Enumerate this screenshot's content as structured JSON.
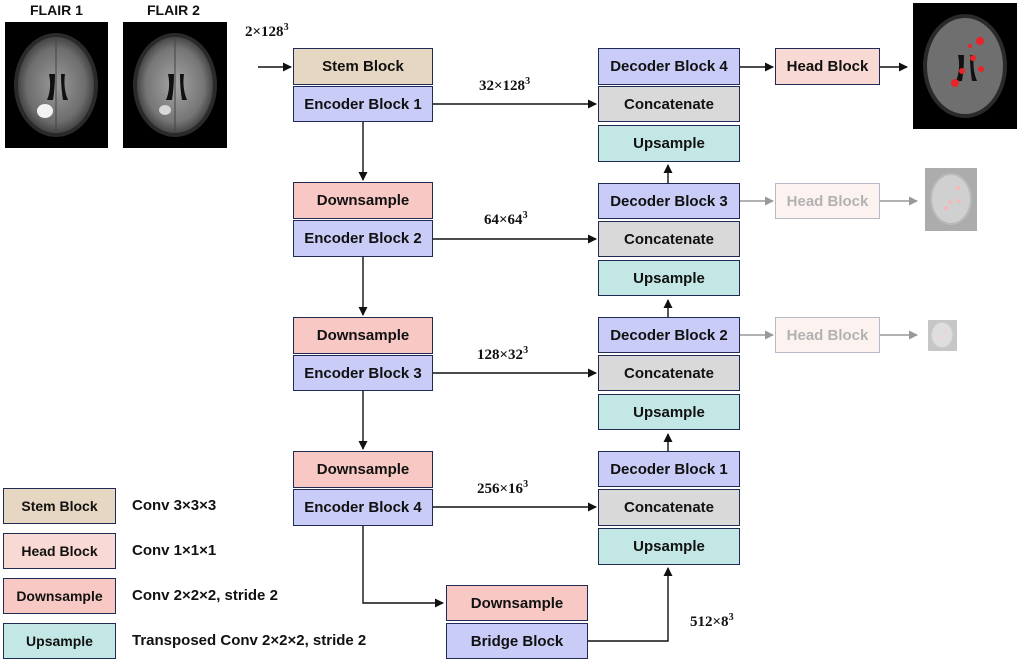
{
  "images": {
    "flair1_title": "FLAIR 1",
    "flair2_title": "FLAIR 2"
  },
  "input_size": {
    "base": "2×128",
    "exp": "3"
  },
  "stem": "Stem Block",
  "encoders": [
    "Encoder Block 1",
    "Encoder Block 2",
    "Encoder Block 3",
    "Encoder Block 4"
  ],
  "downsample": "Downsample",
  "bridge": "Bridge Block",
  "decoders": [
    "Decoder Block 4",
    "Decoder Block 3",
    "Decoder Block 2",
    "Decoder Block 1"
  ],
  "concatenate": "Concatenate",
  "upsample": "Upsample",
  "head": "Head Block",
  "skips": [
    {
      "base": "32×128",
      "exp": "3"
    },
    {
      "base": "64×64",
      "exp": "3"
    },
    {
      "base": "128×32",
      "exp": "3"
    },
    {
      "base": "256×16",
      "exp": "3"
    }
  ],
  "bridge_size": {
    "base": "512×8",
    "exp": "3"
  },
  "legend": [
    {
      "block": "Stem Block",
      "desc": "Conv 3×3×3"
    },
    {
      "block": "Head Block",
      "desc": "Conv 1×1×1"
    },
    {
      "block": "Downsample",
      "desc": "Conv 2×2×2, stride 2"
    },
    {
      "block": "Upsample",
      "desc": "Transposed Conv 2×2×2, stride 2"
    }
  ],
  "colors": {
    "stem": "#e6d7c2",
    "encoder": "#c8ccf7",
    "downsample": "#f8c9c4",
    "concatenate": "#d9d9d9",
    "upsample": "#c3e7e4",
    "head": "#f8d9d3",
    "lesion": "#e8242a",
    "border": "#1f2a55"
  }
}
